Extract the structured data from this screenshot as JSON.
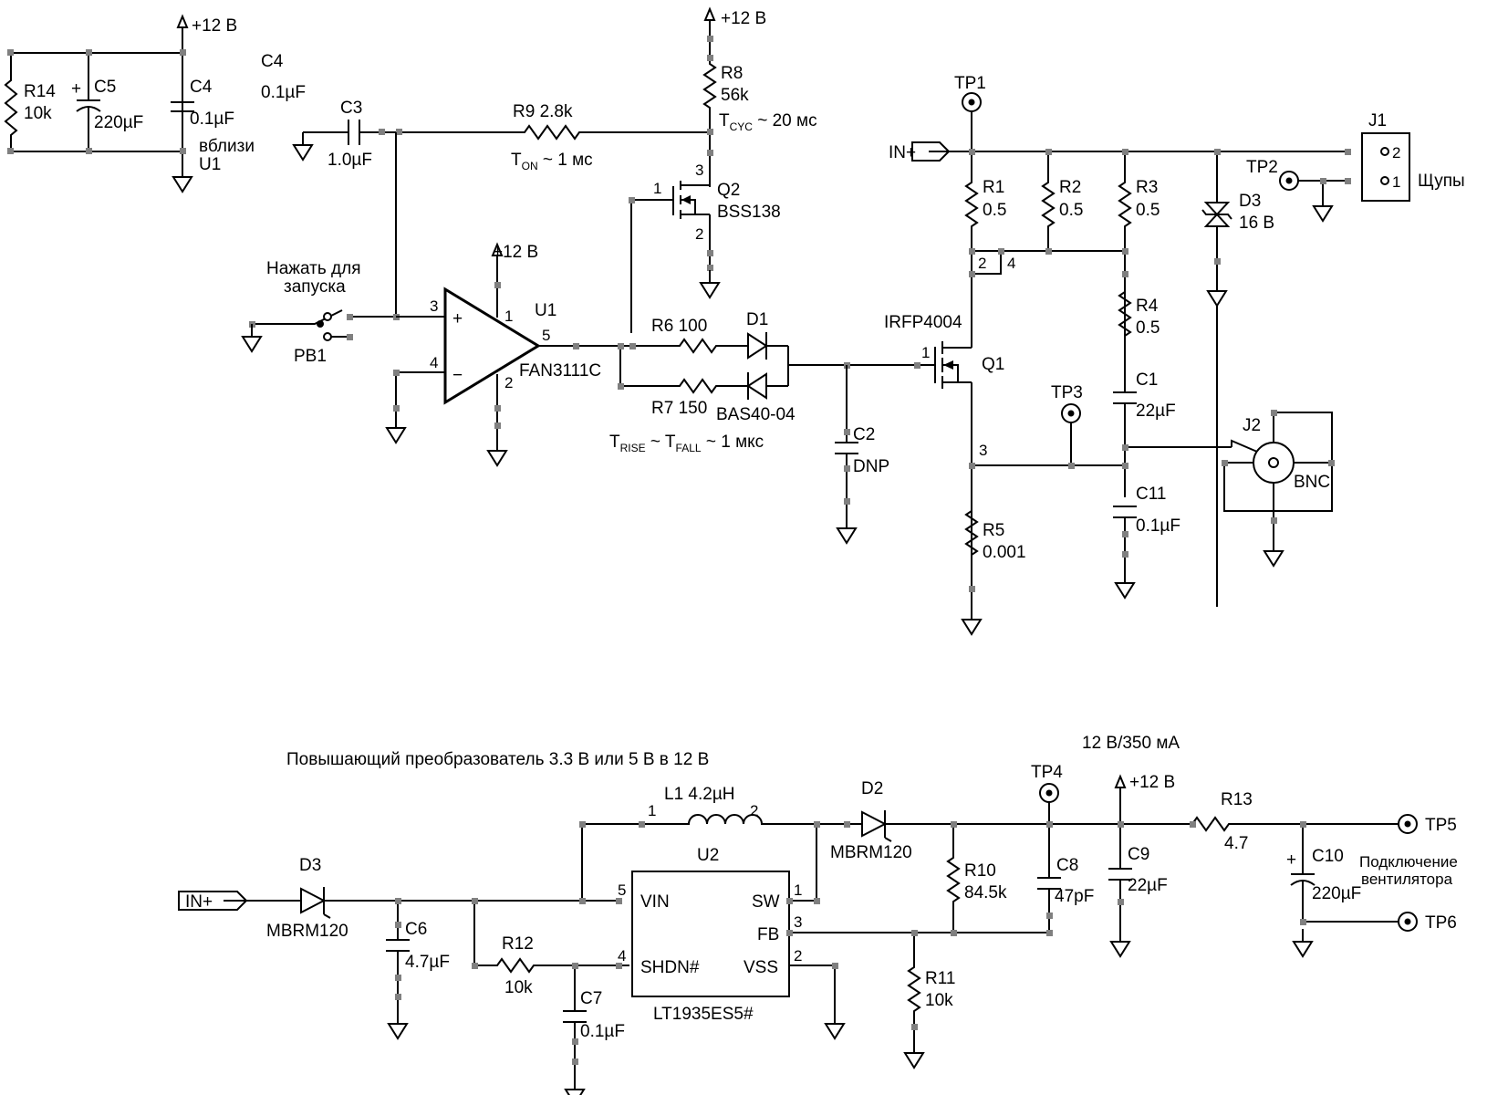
{
  "labels": {
    "plus12": "+12 В",
    "r14": "R14",
    "r14_val": "10k",
    "c5": "C5",
    "c5_val": "220µF",
    "c4": "C4",
    "c4_val": "0.1µF",
    "c4_note_ref": "C4",
    "c4_note_val": "0.1µF",
    "c4_near": "вблизи",
    "c4_near_u1": "U1",
    "c3": "C3",
    "c3_val": "1.0µF",
    "r9": "R9 2.8k",
    "ton_t": "T",
    "ton_sub": "ON",
    "ton_rest": " ~ 1 мс",
    "r8": "R8",
    "r8_val": "56k",
    "tcyc_t": "T",
    "tcyc_sub": "CYC",
    "tcyc_rest": " ~ 20 мс",
    "q2": "Q2",
    "q2_part": "BSS138",
    "push1": "Нажать для",
    "push2": "запуска",
    "pb1": "PB1",
    "u1": "U1",
    "u1_part": "FAN3111C",
    "r6": "R6 100",
    "r7": "R7 150",
    "d1": "D1",
    "d1_part": "BAS40-04",
    "trise_t": "T",
    "trise_sub": "RISE",
    "tfall_mid": " ~ T",
    "tfall_sub": "FALL",
    "trise_rest": " ~ 1 мкс",
    "c2": "C2",
    "c2_val": "DNP",
    "q1_part": "IRFP4004",
    "q1": "Q1",
    "tp1": "TP1",
    "tp2": "TP2",
    "tp3": "TP3",
    "tp4": "TP4",
    "tp5": "TP5",
    "tp6": "TP6",
    "in_plus": "IN+",
    "r1": "R1",
    "r2": "R2",
    "r3": "R3",
    "r4": "R4",
    "r_val": "0.5",
    "d3_top": "D3",
    "d3_top_val": "16 В",
    "j1": "J1",
    "probes": "Щупы",
    "c1": "C1",
    "c1_val": "22µF",
    "j2": "J2",
    "bnc": "BNC",
    "c11": "C11",
    "c11_val": "0.1µF",
    "r5": "R5",
    "r5_val": "0.001",
    "boost_title": "Повышающий преобразователь 3.3 В или 5 В в 12 В",
    "out_rating": "12 В/350 мА",
    "l1": "L1 4.2µH",
    "d2": "D2",
    "d2_part": "MBRM120",
    "d3_bot": "D3",
    "d3_bot_part": "MBRM120",
    "u2": "U2",
    "u2_part": "LT1935ES5#",
    "vin": "VIN",
    "sw": "SW",
    "fb": "FB",
    "shdn": "SHDN#",
    "vss": "VSS",
    "c6": "C6",
    "c6_val": "4.7µF",
    "r12": "R12",
    "r12_val": "10k",
    "c7": "C7",
    "c7_val": "0.1µF",
    "r10": "R10",
    "r10_val": "84.5k",
    "r11": "R11",
    "r11_val": "10k",
    "c8": "C8",
    "c8_val": "47pF",
    "c9": "C9",
    "c9_val": "22µF",
    "r13": "R13",
    "r13_val": "4.7",
    "c10": "C10",
    "c10_val": "220µF",
    "fan1": "Подключение",
    "fan2": "вентилятора",
    "pin1": "1",
    "pin2": "2",
    "pin3": "3",
    "pin4": "4",
    "pin5": "5",
    "plus": "+",
    "minus": "−"
  }
}
